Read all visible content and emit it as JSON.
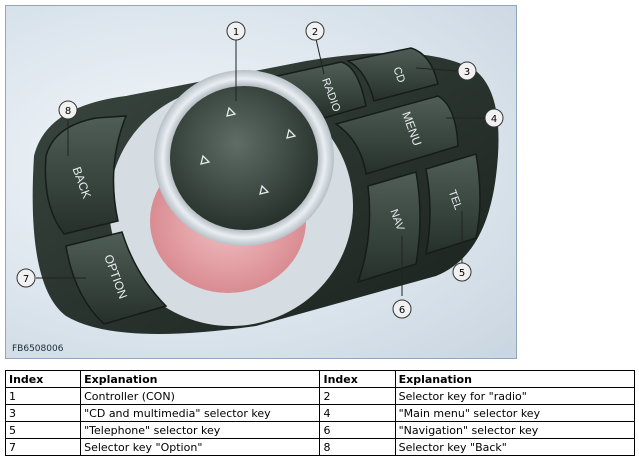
{
  "figure": {
    "id": "FB6508006",
    "keys": {
      "radio": "RADIO",
      "cd": "CD",
      "menu": "MENU",
      "back": "BACK",
      "option": "OPTION",
      "nav": "NAV",
      "tel": "TEL"
    },
    "callouts": [
      "1",
      "2",
      "3",
      "4",
      "5",
      "6",
      "7",
      "8"
    ]
  },
  "legend": {
    "headers": [
      "Index",
      "Explanation",
      "Index",
      "Explanation"
    ],
    "rows": [
      [
        "1",
        "Controller (CON)",
        "2",
        "Selector key for \"radio\""
      ],
      [
        "3",
        "\"CD and multimedia\" selector key",
        "4",
        "\"Main menu\" selector key"
      ],
      [
        "5",
        "\"Telephone\" selector key",
        "6",
        "\"Navigation\" selector key"
      ],
      [
        "7",
        "Selector key \"Option\"",
        "8",
        "Selector key \"Back\""
      ]
    ]
  }
}
